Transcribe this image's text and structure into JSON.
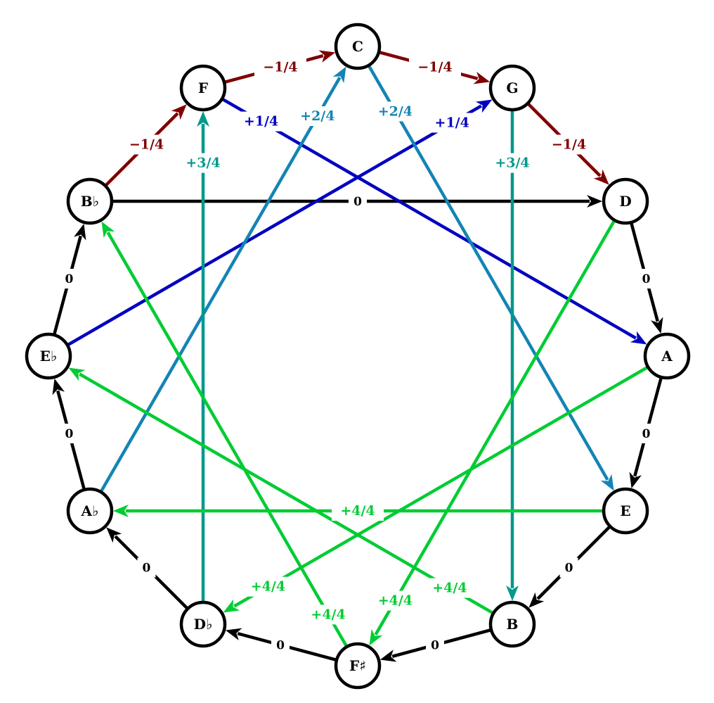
{
  "nodes": [
    "C",
    "G",
    "D",
    "A",
    "E",
    "B",
    "F♯",
    "D♭",
    "A♭",
    "E♭",
    "B♭",
    "F"
  ],
  "colors": {
    "minus1": "#7f0000",
    "zero": "#000000",
    "plus1": "#0000c0",
    "plus2": "#1384b4",
    "plus3": "#00998a",
    "plus4": "#00cc33"
  },
  "edges": [
    {
      "from": "B♭",
      "to": "F",
      "label": "−1/4",
      "kind": "minus1"
    },
    {
      "from": "F",
      "to": "C",
      "label": "−1/4",
      "kind": "minus1"
    },
    {
      "from": "C",
      "to": "G",
      "label": "−1/4",
      "kind": "minus1"
    },
    {
      "from": "G",
      "to": "D",
      "label": "−1/4",
      "kind": "minus1"
    },
    {
      "from": "B♭",
      "to": "D",
      "label": "0",
      "kind": "zero"
    },
    {
      "from": "D",
      "to": "A",
      "label": "0",
      "kind": "zero"
    },
    {
      "from": "A",
      "to": "E",
      "label": "0",
      "kind": "zero"
    },
    {
      "from": "E",
      "to": "B",
      "label": "0",
      "kind": "zero"
    },
    {
      "from": "B",
      "to": "F♯",
      "label": "0",
      "kind": "zero"
    },
    {
      "from": "F♯",
      "to": "D♭",
      "label": "0",
      "kind": "zero"
    },
    {
      "from": "D♭",
      "to": "A♭",
      "label": "0",
      "kind": "zero"
    },
    {
      "from": "A♭",
      "to": "E♭",
      "label": "0",
      "kind": "zero"
    },
    {
      "from": "E♭",
      "to": "B♭",
      "label": "0",
      "kind": "zero"
    },
    {
      "from": "F",
      "to": "A",
      "label": "+1/4",
      "kind": "plus1"
    },
    {
      "from": "E♭",
      "to": "G",
      "label": "+1/4",
      "kind": "plus1"
    },
    {
      "from": "A♭",
      "to": "C",
      "label": "+2/4",
      "kind": "plus2"
    },
    {
      "from": "C",
      "to": "E",
      "label": "+2/4",
      "kind": "plus2"
    },
    {
      "from": "D♭",
      "to": "F",
      "label": "+3/4",
      "kind": "plus3"
    },
    {
      "from": "G",
      "to": "B",
      "label": "+3/4",
      "kind": "plus3"
    },
    {
      "from": "E",
      "to": "A♭",
      "label": "+4/4",
      "kind": "plus4"
    },
    {
      "from": "A",
      "to": "D♭",
      "label": "+4/4",
      "kind": "plus4"
    },
    {
      "from": "B",
      "to": "E♭",
      "label": "+4/4",
      "kind": "plus4"
    },
    {
      "from": "F♯",
      "to": "B♭",
      "label": "+4/4",
      "kind": "plus4"
    },
    {
      "from": "D",
      "to": "F♯",
      "label": "+4/4",
      "kind": "plus4"
    }
  ]
}
